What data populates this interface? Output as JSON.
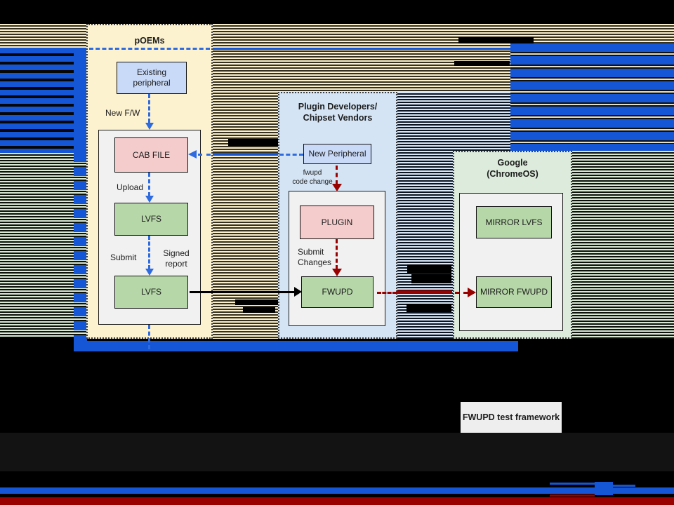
{
  "colors": {
    "accent_blue": "#1556d6",
    "dash_blue": "#2e6bdf",
    "dark_red": "#990000",
    "panel_cream": "#fdf2cf",
    "panel_blue": "#d4e4f4",
    "panel_green": "#dcebdb",
    "node_blue": "#c9daf8",
    "node_pink": "#f4cccc",
    "node_green": "#b6d7a8"
  },
  "poems_panel": {
    "title": "pOEMs",
    "existing_peripheral_label": "Existing\nperipheral",
    "new_fw_label": "New F/W",
    "cab_file_label": "CAB FILE",
    "upload_label": "Upload",
    "lvfs_upper_label": "LVFS",
    "submit_label": "Submit",
    "signed_report_label": "Signed\nreport",
    "lvfs_lower_label": "LVFS"
  },
  "plugin_panel": {
    "title": "Plugin Developers/\nChipset Vendors",
    "new_peripheral_label": "New Peripheral",
    "fwupd_code_change_label": "fwupd\ncode change",
    "plugin_label": "PLUGIN",
    "submit_changes_label": "Submit\nChanges",
    "fwupd_label": "FWUPD"
  },
  "google_panel": {
    "title": "Google\n(ChromeOS)",
    "mirror_lvfs_label": "MIRROR LVFS",
    "mirror_fwupd_label": "MIRROR FWUPD"
  },
  "footer": {
    "test_framework_label": "FWUPD test framework"
  }
}
